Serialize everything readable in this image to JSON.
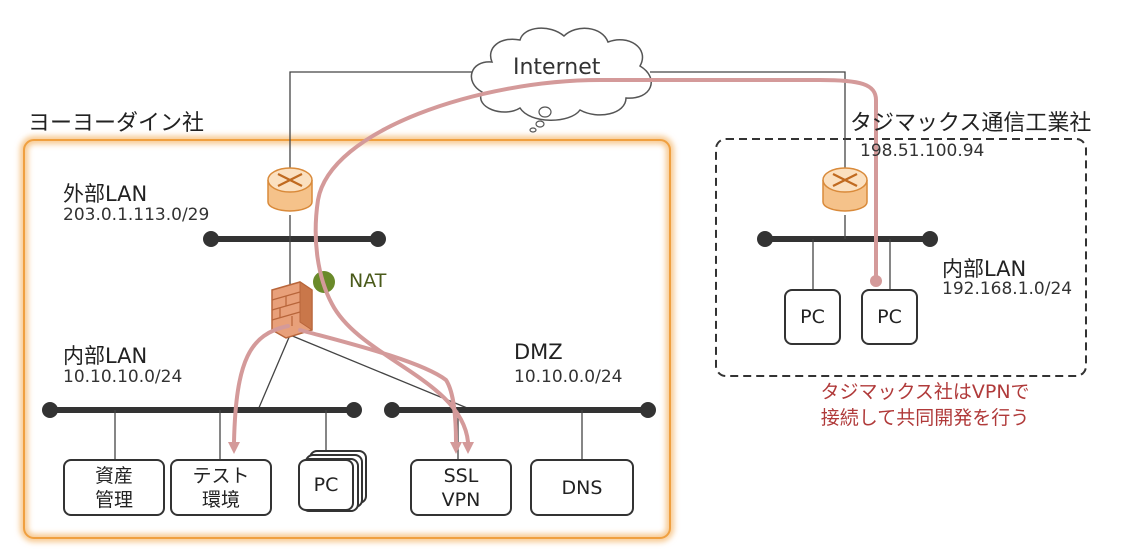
{
  "cloud": {
    "label": "Internet"
  },
  "company_a": {
    "name": "ヨーヨーダイン社",
    "external_lan": {
      "label": "外部LAN",
      "address": "203.0.1.113.0/29"
    },
    "nat_label": "NAT",
    "internal_lan": {
      "label": "内部LAN",
      "address": "10.10.10.0/24"
    },
    "dmz": {
      "label": "DMZ",
      "address": "10.10.0.0/24"
    },
    "hosts": {
      "asset": [
        "資産",
        "管理"
      ],
      "test": [
        "テスト",
        "環境"
      ],
      "pc": "PC",
      "ssl_vpn": [
        "SSL",
        "VPN"
      ],
      "dns": "DNS"
    }
  },
  "company_b": {
    "name": "タジマックス通信工業社",
    "ip": "198.51.100.94",
    "internal_lan": {
      "label": "内部LAN",
      "address": "192.168.1.0/24"
    },
    "pc1": "PC",
    "pc2": "PC"
  },
  "note": {
    "line1": "タジマックス社はVPNで",
    "line2": "接続して共同開発を行う"
  },
  "colors": {
    "vpn_path": "#d49a9a",
    "company_a_border": "#f0a040",
    "router_fill": "#f5c28a",
    "firewall_fill": "#e0956a",
    "nat_dot": "#6a8a2a"
  }
}
